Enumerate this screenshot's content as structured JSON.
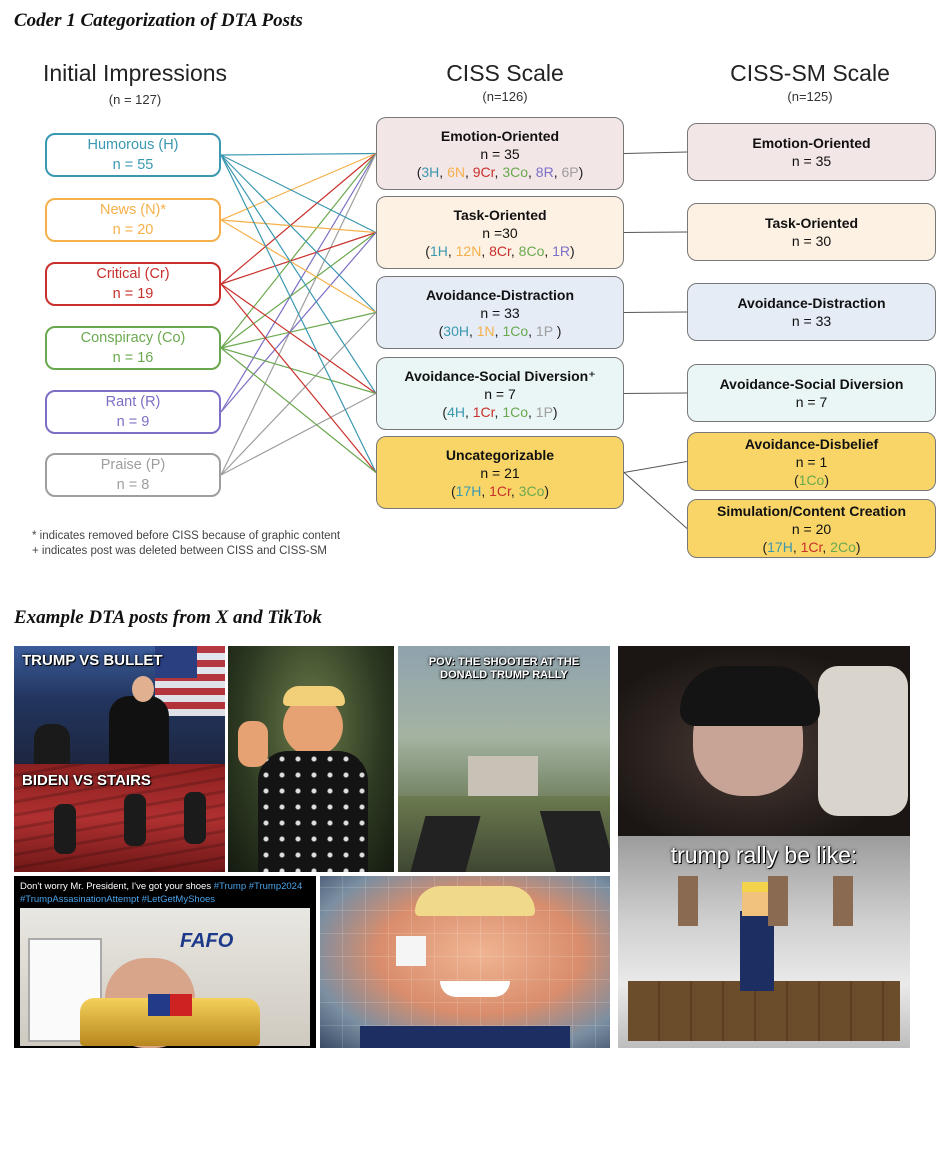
{
  "diagram": {
    "title": "Coder 1 Categorization of DTA Posts",
    "columns": {
      "initial": {
        "heading": "Initial Impressions",
        "sub": "(n = 127)"
      },
      "ciss": {
        "heading": "CISS Scale",
        "sub": "(n=126)"
      },
      "cisssm": {
        "heading": "CISS-SM Scale",
        "sub": "(n=125)"
      }
    },
    "initial_nodes": [
      {
        "id": "H",
        "label": "Humorous (H)",
        "n": "n = 55",
        "color": "#3a98b0"
      },
      {
        "id": "N",
        "label": "News (N)*",
        "n": "n = 20",
        "color": "#f6b04b"
      },
      {
        "id": "Cr",
        "label": "Critical (Cr)",
        "n": "n = 19",
        "color": "#c9302c"
      },
      {
        "id": "Co",
        "label": "Conspiracy (Co)",
        "n": "n = 16",
        "color": "#6aa84f"
      },
      {
        "id": "R",
        "label": "Rant (R)",
        "n": "n = 9",
        "color": "#7b6fc6"
      },
      {
        "id": "P",
        "label": "Praise (P)",
        "n": "n = 8",
        "color": "#9e9e9e"
      }
    ],
    "ciss_nodes": [
      {
        "label": "Emotion-Oriented",
        "n": "n = 35",
        "bg": "#f3e6e7",
        "counts": [
          {
            "t": "3H",
            "c": "H"
          },
          {
            "t": "6N",
            "c": "N"
          },
          {
            "t": "9Cr",
            "c": "Cr"
          },
          {
            "t": "3Co",
            "c": "Co"
          },
          {
            "t": "8R",
            "c": "R"
          },
          {
            "t": "6P",
            "c": "P"
          }
        ]
      },
      {
        "label": "Task-Oriented",
        "n": "n =30",
        "bg": "#fcf1e3",
        "counts": [
          {
            "t": "1H",
            "c": "H"
          },
          {
            "t": "12N",
            "c": "N"
          },
          {
            "t": "8Cr",
            "c": "Cr"
          },
          {
            "t": "8Co",
            "c": "Co"
          },
          {
            "t": "1R",
            "c": "R"
          }
        ]
      },
      {
        "label": "Avoidance-Distraction",
        "n": "n = 33",
        "bg": "#e5ecf6",
        "counts": [
          {
            "t": "30H",
            "c": "H"
          },
          {
            "t": "1N",
            "c": "N"
          },
          {
            "t": "1Co",
            "c": "Co"
          },
          {
            "t": "1P ",
            "c": "P"
          }
        ]
      },
      {
        "label": "Avoidance-Social Diversion⁺",
        "n": "n = 7",
        "bg": "#eaf5f5",
        "counts": [
          {
            "t": "4H",
            "c": "H"
          },
          {
            "t": "1Cr",
            "c": "Cr"
          },
          {
            "t": "1Co",
            "c": "Co"
          },
          {
            "t": "1P",
            "c": "P"
          }
        ]
      },
      {
        "label": "Uncategorizable",
        "n": "n = 21",
        "bg": "#f8d566",
        "counts": [
          {
            "t": "17H",
            "c": "H"
          },
          {
            "t": "1Cr",
            "c": "Cr"
          },
          {
            "t": "3Co",
            "c": "Co"
          }
        ]
      }
    ],
    "cisssm_nodes": [
      {
        "label": "Emotion-Oriented",
        "n": "n = 35",
        "bg": "#f3e6e7",
        "counts": []
      },
      {
        "label": "Task-Oriented",
        "n": "n = 30",
        "bg": "#fcf1e3",
        "counts": []
      },
      {
        "label": "Avoidance-Distraction",
        "n": "n = 33",
        "bg": "#e5ecf6",
        "counts": []
      },
      {
        "label": "Avoidance-Social Diversion",
        "n": "n = 7",
        "bg": "#eaf5f5",
        "counts": []
      },
      {
        "label": "Avoidance-Disbelief",
        "n": "n = 1",
        "bg": "#f8d566",
        "counts": [
          {
            "t": "1Co",
            "c": "Co"
          }
        ]
      },
      {
        "label": "Simulation/Content Creation",
        "n": "n = 20",
        "bg": "#f8d566",
        "counts": [
          {
            "t": "17H",
            "c": "H"
          },
          {
            "t": "1Cr",
            "c": "Cr"
          },
          {
            "t": "2Co",
            "c": "Co"
          }
        ]
      }
    ],
    "notes": [
      "* indicates removed before CISS because of graphic content",
      "+ indicates post was deleted between CISS and CISS-SM"
    ]
  },
  "examples": {
    "title": "Example DTA posts from X and TikTok",
    "captions": {
      "trump_vs_bullet": "TRUMP VS BULLET",
      "biden_vs_stairs": "BIDEN VS STAIRS",
      "pov": "POV: THE SHOOTER AT THE DONALD TRUMP RALLY",
      "tweet_line1": "Don't worry Mr. President, I've got your shoes ",
      "tweet_tags1": "#Trump #Trump2024",
      "tweet_tags2": "#TrumpAssasinationAttempt #LetGetMyShoes",
      "fafo": "FAFO",
      "trump_rally": "trump rally be like:"
    }
  }
}
